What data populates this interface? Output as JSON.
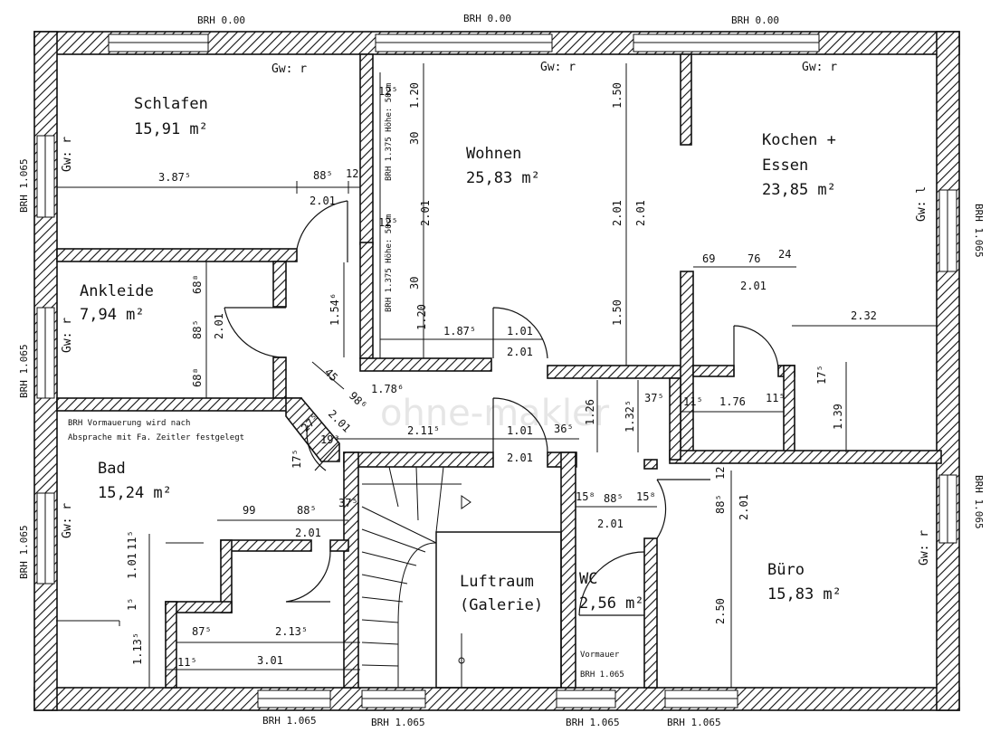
{
  "watermark": "ohne-makler",
  "rooms": {
    "schlafen": {
      "name": "Schlafen",
      "area": "15,91 m²"
    },
    "wohnen": {
      "name": "Wohnen",
      "area": "25,83 m²"
    },
    "kochen": {
      "name": "Kochen +",
      "name2": "Essen",
      "area": "23,85 m²"
    },
    "ankleide": {
      "name": "Ankleide",
      "area": "7,94 m²"
    },
    "bad": {
      "name": "Bad",
      "area": "15,24 m²"
    },
    "luftraum": {
      "name": "Luftraum",
      "name2": "(Galerie)"
    },
    "wc": {
      "name": "WC",
      "area": "2,56 m²"
    },
    "buero": {
      "name": "Büro",
      "area": "15,83 m²"
    }
  },
  "brh": {
    "top1": "BRH 0.00",
    "top2": "BRH 0.00",
    "top3": "BRH 0.00",
    "left1": "BRH 1.065",
    "left2": "BRH 1.065",
    "left3": "BRH 1.065",
    "right1": "BRH 1.065",
    "right2": "BRH 1.065",
    "bot1": "BRH 1.065",
    "bot2": "BRH 1.065",
    "bot3": "BRH 1.065",
    "bot4": "BRH 1.065"
  },
  "gw": {
    "schlafen_top": "Gw: r",
    "wohnen_top": "Gw: r",
    "kochen_top": "Gw: r",
    "schlafen_side": "Gw: r",
    "ankleide_side": "Gw: r",
    "bad_side": "Gw: r",
    "kochen_side": "Gw: l",
    "buero_side": "Gw: r"
  },
  "notes": {
    "bad1": "BRH Vormauerung wird nach",
    "bad2": "Absprache mit Fa. Zeitler festgelegt",
    "vormauer": "Vormauer",
    "vormauer_brh": "BRH 1.065",
    "shaft1": "BRH 1.375 Höhe: 50cm",
    "shaft2": "BRH 1.375 Höhe: 50cm"
  },
  "dims": {
    "d387": "3.87⁵",
    "d885a": "88⁵",
    "d12": "12",
    "d201a": "2.01",
    "d125a": "12⁵",
    "d120a": "1.20",
    "d30a": "30",
    "d201b": "2.01",
    "d125b": "12⁵",
    "d30b": "30",
    "d120b": "1.20",
    "d150a": "1.50",
    "d201c": "2.01",
    "d201d": "2.01",
    "d150b": "1.50",
    "d69": "69",
    "d76": "76",
    "d24": "24",
    "d201e": "2.01",
    "d232": "2.32",
    "d688a": "68⁸",
    "d885b": "88⁵",
    "d201f": "2.01",
    "d688b": "68⁸",
    "d1546": "1.54⁶",
    "d1875": "1.87⁵",
    "d101a": "1.01",
    "d201g": "2.01",
    "d45": "45",
    "d1786": "1.78⁶",
    "d986": "98⁶",
    "d201h": "2.01",
    "d275": "27⁵",
    "d175a": "17⁵",
    "d193": "19³",
    "d2115": "2.11⁵",
    "d101b": "1.01",
    "d201i": "2.01",
    "d365": "36⁵",
    "d126": "1.26",
    "d1325": "1.32⁵",
    "d375a": "37⁵",
    "d115a": "11⁵",
    "d176": "1.76",
    "d115b": "11⁵",
    "d175b": "17⁵",
    "d139": "1.39",
    "d99": "99",
    "d885c": "88⁵",
    "d375b": "37⁵",
    "d201j": "2.01",
    "d115c": "11⁵",
    "d101c": "1.01",
    "d15": "1⁵",
    "d1135": "1.13⁵",
    "d875": "87⁵",
    "d2135": "2.13⁵",
    "d115d": "11⁵",
    "d301": "3.01",
    "d158a": "15⁸",
    "d885d": "88⁵",
    "d158b": "15⁸",
    "d201k": "2.01",
    "d885e": "88⁵",
    "d12b": "12",
    "d201l": "2.01",
    "d250": "2.50"
  }
}
